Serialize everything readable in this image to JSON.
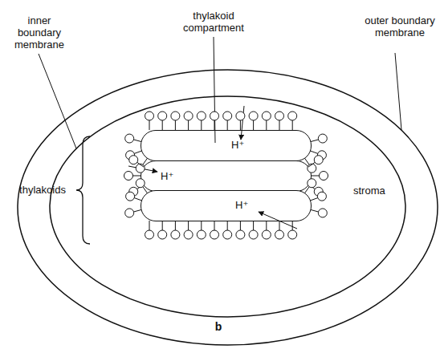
{
  "diagram": {
    "nodes": [
      {
        "text": [
          "stroma"
        ]
      },
      {
        "text": [
          "H⁺"
        ],
        "in": 0
      },
      {
        "text": [
          "H⁺"
        ],
        "in": 0
      },
      {
        "text": [
          "H⁺"
        ],
        "in": 0
      }
    ],
    "labels": [
      "inner boundary membrane",
      "thylakoid compartment",
      "outer boundary membrane",
      "thylakoids",
      "b"
    ]
  }
}
